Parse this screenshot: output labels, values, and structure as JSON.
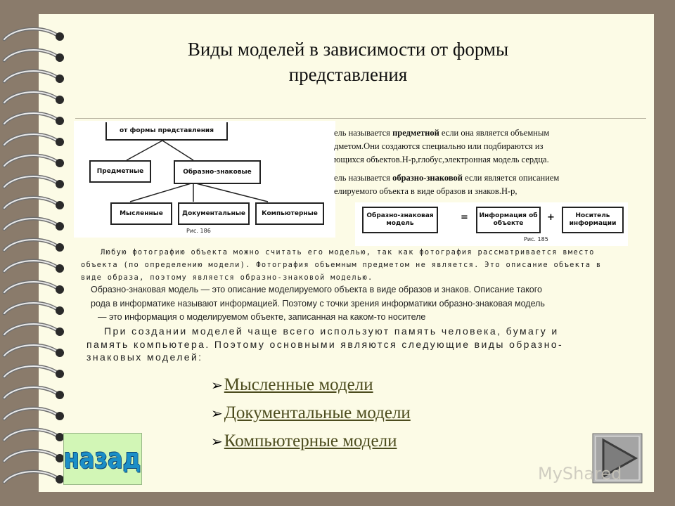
{
  "title": "Виды моделей в зависимости от формы представления",
  "diagram": {
    "top": "от формы представления",
    "left": "Предметные",
    "mid": "Образно-знаковые",
    "c1": "Мысленные",
    "c2": "Документальные",
    "c3": "Компьютерные",
    "fig": "Рис. 186"
  },
  "text1": {
    "a": "ель называется ",
    "b": "предметной",
    "c": " если она является объемным",
    "l2": "дметом.Они создаются специально или подбираются из",
    "l3": "ющихся объектов.Н-р,глобус,электронная модель сердца."
  },
  "text2": {
    "a": "ель называется ",
    "b": "образно-знаковой",
    "c": " если является описанием",
    "l2": "елируемого объекта в виде образов и знаков.Н-р,"
  },
  "equation": {
    "b1": "Образно-знаковая модель",
    "op1": "=",
    "b2": "Информация об объекте",
    "op2": "+",
    "b3": "Носитель информации",
    "fig": "Рис. 185"
  },
  "scan_lines": [
    "Любую фотографию объекта можно считать его моделью, так как фотография рассматривается вместо",
    "объекта (по определению модели). Фотография объемным предметом не является. Это описание объекта в",
    "виде образа, поэтому является образно-знаковой моделью.",
    "Образно-знаковая модель — это описание моделируемого объекта в виде образов и знаков. Описание такого",
    "рода в информатике называют информацией. Поэтому с точки зрения информатики образно-знаковая модель",
    "— это информация о моделируемом объекте, записанная на каком-то носителе",
    "При создании моделей чаще всего используют память человека, бумагу и",
    "память компьютера. Поэтому основными являются следующие виды образно-",
    "знаковых моделей:"
  ],
  "links": [
    "Мысленные модели",
    "Документальные модели",
    "Компьютерные модели"
  ],
  "back_label": "назад",
  "watermark": "MyShared"
}
